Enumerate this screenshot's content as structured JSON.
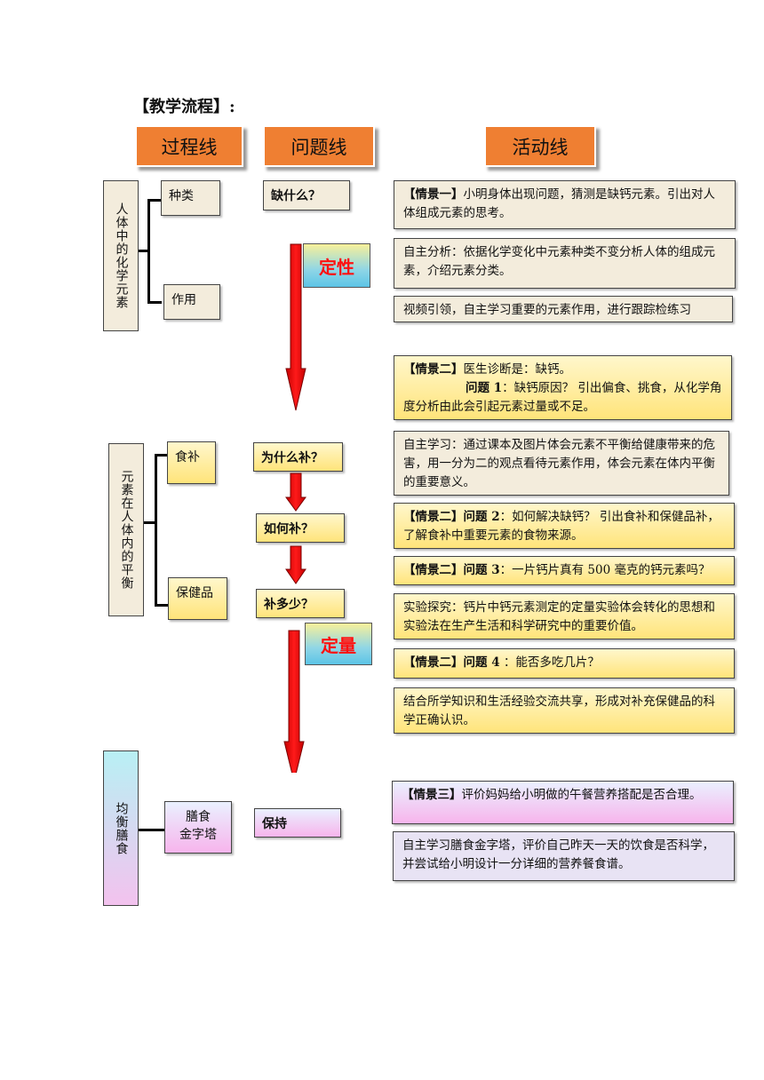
{
  "title": "【教学流程】:",
  "headers": {
    "process": "过程线",
    "question": "问题线",
    "activity": "活动线"
  },
  "process": {
    "group1": {
      "label": "人体中的化学元素",
      "items": [
        "种类",
        "作用"
      ]
    },
    "group2": {
      "label": "元素在人体内的平衡",
      "items": [
        "食补",
        "保健品"
      ]
    },
    "group3": {
      "label": "均衡膳食",
      "item": "膳食\n金字塔"
    }
  },
  "questions": [
    "缺什么？",
    "为什么补？",
    "如何补？",
    "补多少？",
    "保持"
  ],
  "arrow_labels": {
    "qualitative": "定性",
    "quantitative": "定量"
  },
  "activities": [
    {
      "tag": "【情景一】",
      "text": "小明身体出现问题，猜测是缺钙元素。引出对人体组成元素的思考。"
    },
    {
      "tag": "",
      "text": "自主分析：依据化学变化中元素种类不变分析人体的组成元素，介绍元素分类。"
    },
    {
      "tag": "",
      "text": "视频引领，自主学习重要的元素作用，进行跟踪检练习"
    },
    {
      "tag": "【情景二】",
      "text": "医生诊断是：缺钙。",
      "tag2": "问题 1",
      "text2": "：缺钙原因？ 引出偏食、挑食，从化学角度分析由此会引起元素过量或不足。"
    },
    {
      "tag": "",
      "text": "自主学习：通过课本及图片体会元素不平衡给健康带来的危害，用一分为二的观点看待元素作用，体会元素在体内平衡的重要意义。"
    },
    {
      "tag": "【情景二】问题 2",
      "text": "：如何解决缺钙？ 引出食补和保健品补，了解食补中重要元素的食物来源。"
    },
    {
      "tag": "【情景二】问题 3",
      "text": "：一片钙片真有 500 毫克的钙元素吗？"
    },
    {
      "tag": "",
      "text": "实验探究：钙片中钙元素测定的定量实验体会转化的思想和实验法在生产生活和科学研究中的重要价值。"
    },
    {
      "tag": "【情景二】问题 4",
      "text": " ：能否多吃几片？"
    },
    {
      "tag": "",
      "text": "结合所学知识和生活经验交流共享，形成对补充保健品的科学正确认识。"
    },
    {
      "tag": "【情景三】",
      "text": "评价妈妈给小明做的午餐营养搭配是否合理。"
    },
    {
      "tag": "",
      "text": "自主学习膳食金字塔，评价自己昨天一天的饮食是否科学，并尝试给小明设计一分详细的营养餐食谱。"
    }
  ]
}
